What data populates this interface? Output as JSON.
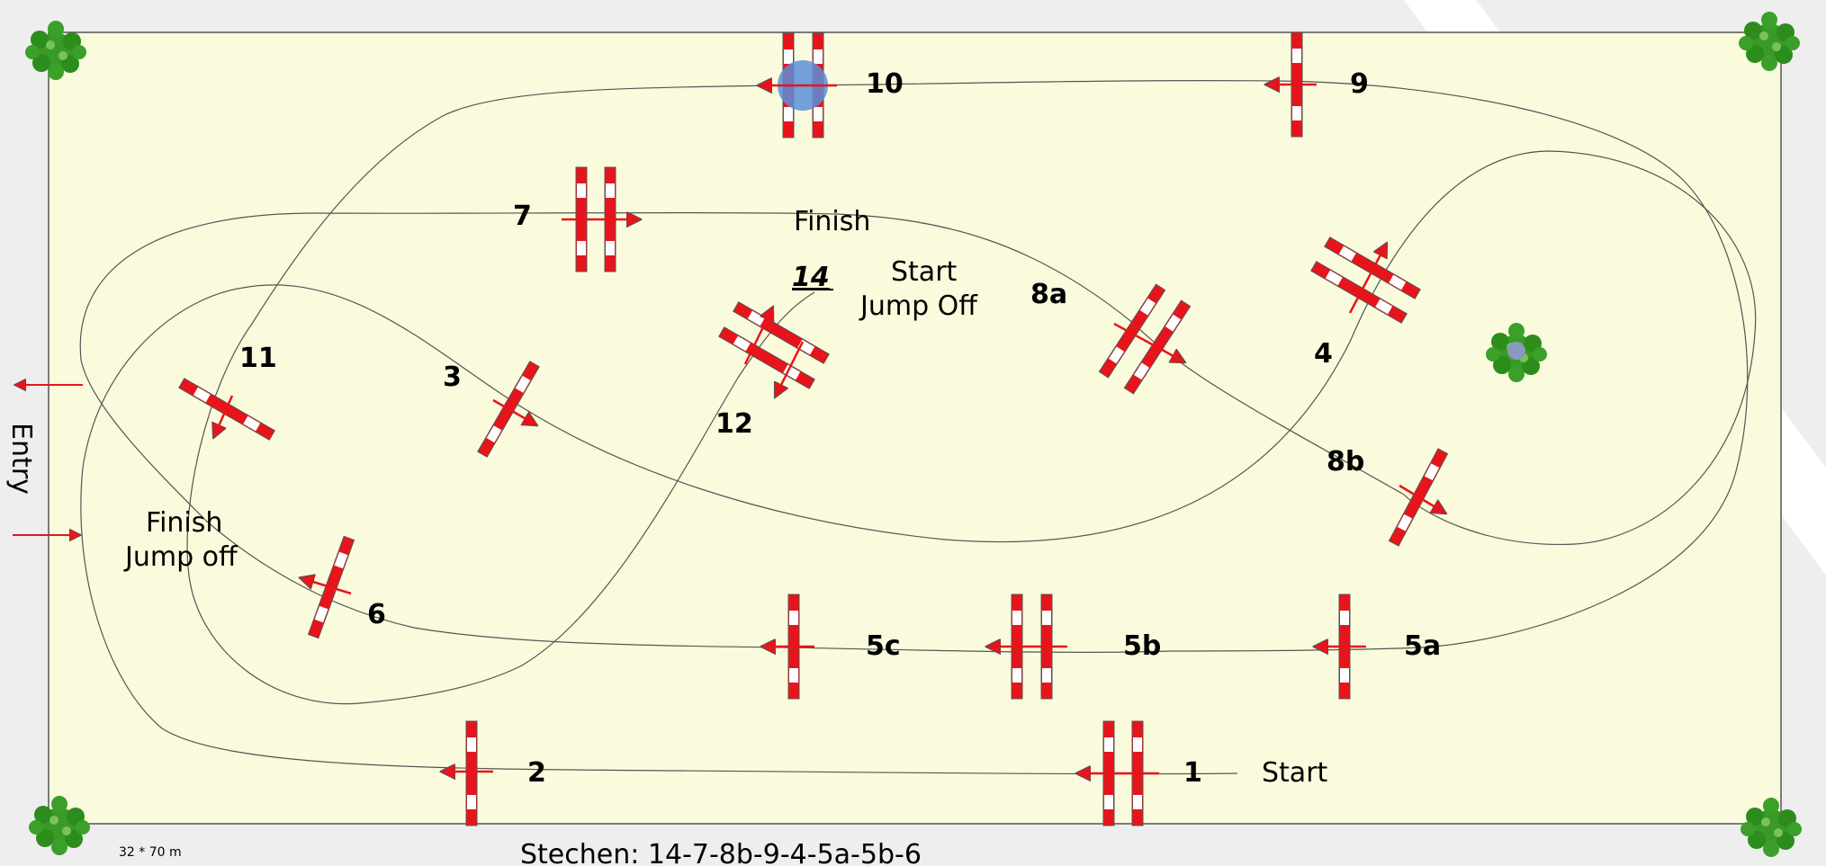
{
  "arena_size": "32 * 70 m",
  "labels": {
    "start": "Start",
    "finish": "Finish",
    "start_jump_off_1": "Start",
    "start_jump_off_2": "Jump Off",
    "finish_jump_off_1": "Finish",
    "finish_jump_off_2": "Jump off",
    "entry": "Entry",
    "jump_off_sequence": "Stechen: 14-7-8b-9-4-5a-5b-6"
  },
  "obstacles": [
    {
      "id": "1",
      "label": "1"
    },
    {
      "id": "2",
      "label": "2"
    },
    {
      "id": "3",
      "label": "3"
    },
    {
      "id": "4",
      "label": "4"
    },
    {
      "id": "5a",
      "label": "5a"
    },
    {
      "id": "5b",
      "label": "5b"
    },
    {
      "id": "5c",
      "label": "5c"
    },
    {
      "id": "6",
      "label": "6"
    },
    {
      "id": "7",
      "label": "7"
    },
    {
      "id": "8a",
      "label": "8a"
    },
    {
      "id": "8b",
      "label": "8b"
    },
    {
      "id": "9",
      "label": "9"
    },
    {
      "id": "10",
      "label": "10"
    },
    {
      "id": "11",
      "label": "11"
    },
    {
      "id": "12",
      "label": "12"
    },
    {
      "id": "14",
      "label": "14"
    }
  ],
  "colors": {
    "arena": "#fafadc",
    "pole_red": "#e8141b",
    "pole_white": "#ffffff",
    "arrow": "#e8141b",
    "water": "#5b8fd8",
    "bush": "#2c8c1c"
  }
}
